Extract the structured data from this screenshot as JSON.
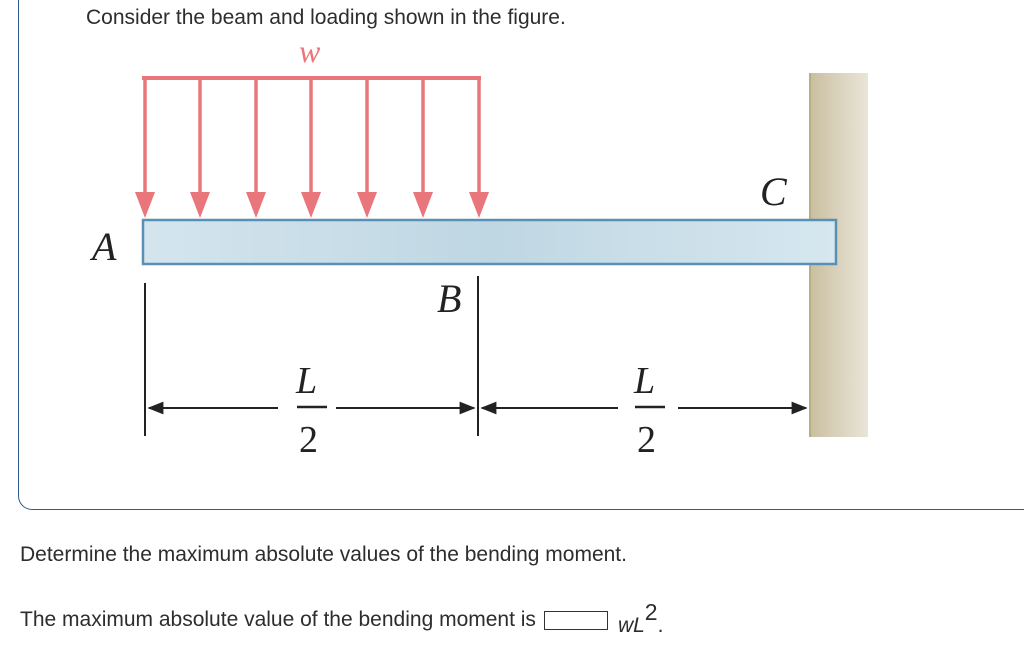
{
  "problem": {
    "caption": "Consider the beam and loading shown in the figure."
  },
  "figure": {
    "load_label": "w",
    "point_a": "A",
    "point_b": "B",
    "point_c": "C",
    "dim_left_num": "L",
    "dim_left_den": "2",
    "dim_right_num": "L",
    "dim_right_den": "2",
    "colors": {
      "load": "#e8767a",
      "beam_fill": "#cfe1ea",
      "beam_edge": "#5b8fb3",
      "wall": "#cfc8b2"
    }
  },
  "question": {
    "prompt": "Determine the maximum absolute values of the bending moment.",
    "answer_label": "The maximum absolute value of the bending moment is",
    "answer_value": "",
    "unit_base": "wL",
    "unit_exp": "2",
    "unit_end": "."
  }
}
